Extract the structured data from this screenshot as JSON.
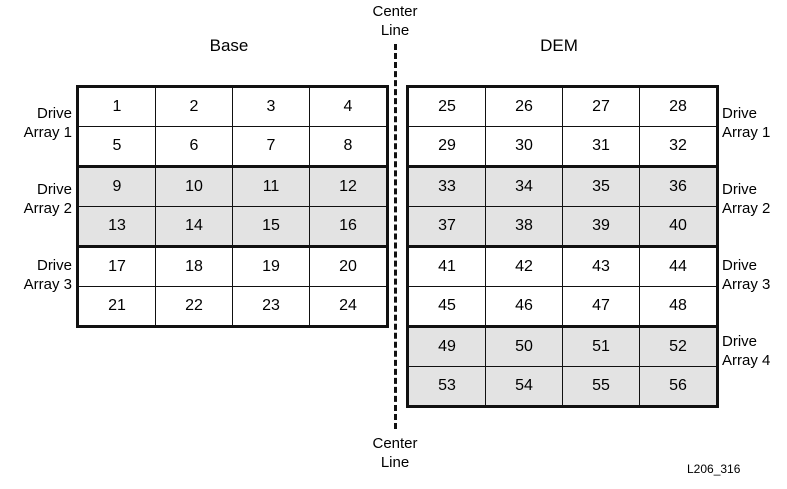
{
  "center_line": {
    "top_label": "Center\nLine",
    "top_label_line1": "Center",
    "top_label_line2": "Line",
    "bottom_label_line1": "Center",
    "bottom_label_line2": "Line"
  },
  "sections": {
    "base": {
      "title": "Base",
      "columns": 4,
      "groups": [
        {
          "label_line1": "Drive",
          "label_line2": "Array 1",
          "shaded": false,
          "rows": [
            [
              1,
              2,
              3,
              4
            ],
            [
              5,
              6,
              7,
              8
            ]
          ]
        },
        {
          "label_line1": "Drive",
          "label_line2": "Array 2",
          "shaded": true,
          "rows": [
            [
              9,
              10,
              11,
              12
            ],
            [
              13,
              14,
              15,
              16
            ]
          ]
        },
        {
          "label_line1": "Drive",
          "label_line2": "Array 3",
          "shaded": false,
          "rows": [
            [
              17,
              18,
              19,
              20
            ],
            [
              21,
              22,
              23,
              24
            ]
          ]
        }
      ]
    },
    "dem": {
      "title": "DEM",
      "columns": 4,
      "groups": [
        {
          "label_line1": "Drive",
          "label_line2": "Array 1",
          "shaded": false,
          "rows": [
            [
              25,
              26,
              27,
              28
            ],
            [
              29,
              30,
              31,
              32
            ]
          ]
        },
        {
          "label_line1": "Drive",
          "label_line2": "Array 2",
          "shaded": true,
          "rows": [
            [
              33,
              34,
              35,
              36
            ],
            [
              37,
              38,
              39,
              40
            ]
          ]
        },
        {
          "label_line1": "Drive",
          "label_line2": "Array 3",
          "shaded": false,
          "rows": [
            [
              41,
              42,
              43,
              44
            ],
            [
              45,
              46,
              47,
              48
            ]
          ]
        },
        {
          "label_line1": "Drive",
          "label_line2": "Array 4",
          "shaded": true,
          "rows": [
            [
              49,
              50,
              51,
              52
            ],
            [
              53,
              54,
              55,
              56
            ]
          ]
        }
      ]
    }
  },
  "figure_code": "L206_316",
  "colors": {
    "shaded_cell": "#e3e3e3",
    "line": "#111111",
    "background": "#ffffff"
  }
}
